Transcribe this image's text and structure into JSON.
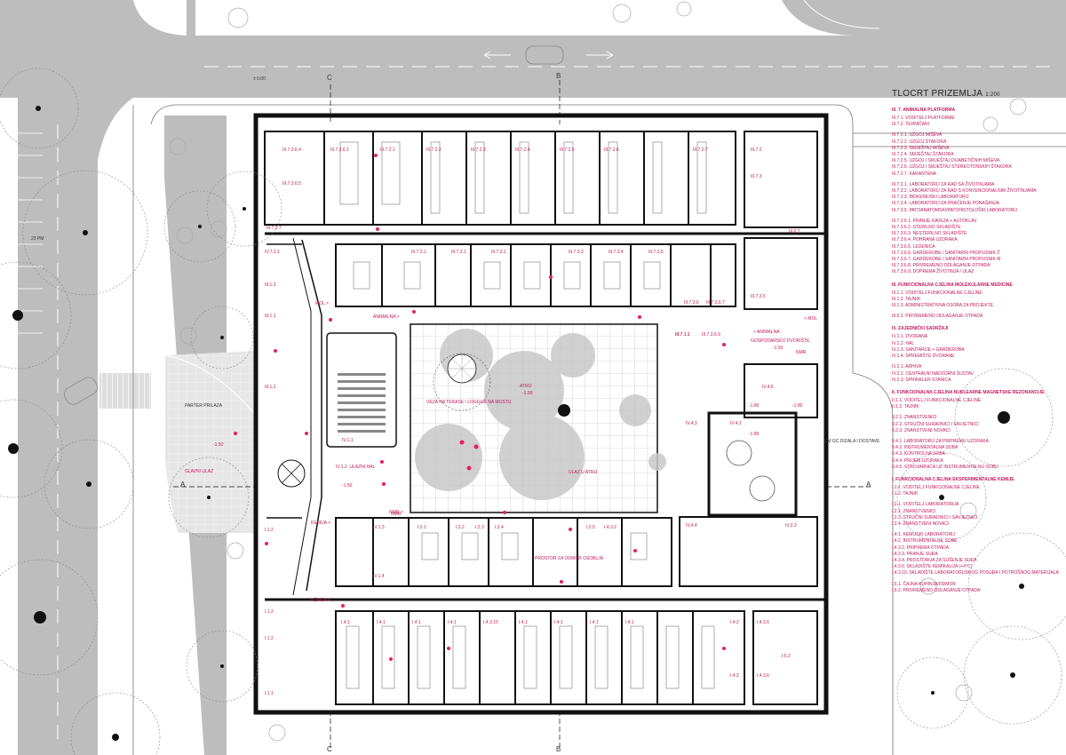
{
  "title": "TLOCRT PRIZEMLJA",
  "scale": "1:200",
  "colors": {
    "accent": "#c2185b",
    "road": "#bdbdbd",
    "walls": "#111111",
    "paving": "#dcdcdc"
  },
  "site_labels": {
    "level": "± 0.00",
    "parking": "23 PM",
    "plaza": "PARTER PRILAZA",
    "plaza_level": "-1.50",
    "main_entry": "GLAVNI ULAZ",
    "atrium": "ATRIJ",
    "atrium_level": "-1.50",
    "terrace": "VEZA NA TERASE I LOGGIJE NA MOSTU",
    "atrium_entry": "ULAZ U ATRIJ",
    "loading": "SM GC DIZALA I DOSTAVE",
    "courtyard": "GOSPODARSKO DVORIŠTE",
    "courtyard_level": "-1.50",
    "nmr_top": "NMR",
    "nmr_bottom": "NMR",
    "lobby": "IV.1.2. ULAZNI HAL",
    "lobby_level": "-1.50",
    "hall": "IV.1.1",
    "rest": "PROSTOR ZA ODMOR OSOBLJA",
    "circ_mol": "MOL >",
    "circ_animalna": "ANIMALNA >",
    "circ_kemija": "KEMIJA >",
    "circ_kemija2": "KEMIJA >",
    "circ_nmr": "NMR >",
    "circ_mol2": "< MOL",
    "circ_animalna2": "< ANIMALNA",
    "lvl_a": "-1.80",
    "lvl_b": "-1.80",
    "lvl_c": "-1.80",
    "section_a_left": "A",
    "section_a_right": "A",
    "section_b_top": "B",
    "section_b_bottom": "B",
    "section_c_top": "C",
    "section_c_bottom": "C"
  },
  "rooms": {
    "top_wing": [
      "III.7.2.1",
      "III.7.2.2",
      "III.7.2.3",
      "III.7.2.4",
      "III.7.2.5",
      "III.7.2.6",
      "III.7.2.7"
    ],
    "top_left": [
      "III.7.3.6.4",
      "III.7.3.6.5",
      "III.7.3.6.1",
      "III.7.2.7"
    ],
    "top_right": [
      "III.7.2",
      "III.7.3",
      "III.6.2",
      "III.7.3.5",
      "III.7.1.1"
    ],
    "mid_row": [
      "III.7.3.1",
      "III.7.3.1",
      "III.7.3.1",
      "III.7.3.3",
      "III.7.3.4",
      "III.7.3.5",
      "III.7.3.6",
      "III.7.3.6.7",
      "III.7.3.6.9"
    ],
    "left_col": [
      "IV.7.2.1",
      "III.1.3",
      "III.1.1",
      "III.1.2"
    ],
    "east": [
      "III.7.1.1",
      "III.1.3",
      "IV.4.5",
      "IV.4.2",
      "IV.4.3",
      "IV.4.4",
      "IV.3.3"
    ],
    "lower_mid": [
      "I.2.1",
      "I.2.2",
      "I.2.3",
      "I.2.4",
      "I.2.5",
      "I.4.3.2",
      "IV.1.3",
      "IV.1.4"
    ],
    "bottom_wing": [
      "I.4.1",
      "I.4.1",
      "I.4.1",
      "I.4.1",
      "I.4.3.10",
      "I.4.1",
      "I.4.1",
      "I.4.1",
      "I.4.1",
      "I.4.2",
      "I.4.3.6",
      "I.5.2",
      "I.4.2",
      "I.4.3.6"
    ],
    "bottom_left": [
      "I.1.2",
      "I.1.2",
      "I.1.2",
      "I.1.1"
    ]
  },
  "legend": [
    {
      "head": "III. 7. ANIMALNA PLATFORMA",
      "items": [
        "III.7.1. VODITELJ PLATFORME",
        "III.7.2. TEHNIČARI",
        "",
        "III.7.2.1. UZGOJ MIŠEVA",
        "III.7.2.2. UZGOJ ŠTAKORA",
        "III.7.2.3. SMJEŠTAJ MIŠEVA",
        "III.7.2.4. SMJEŠTAJ ŠTAKORA",
        "III.7.2.5. UZGOJ I SMJEŠTAJ DIJABETIČNIH MIŠEVA",
        "III.7.2.6. UZGOJ I SMJEŠTAJ STEREOTONSKIH ŠTAKORA",
        "III.7.2.7. KARANTENA",
        "",
        "III.7.3.1. LABORATORIJ ZA RAD SA ŽIVOTINJAMA",
        "III.7.3.2. LABORATORIJ ZA RAD S KONVENCIONALNIM ŽIVOTINJAMA",
        "III.7.3.3. BIOKEMIJSKI LABORATORIJ",
        "III.7.3.4. LABORATORIJ ZA PRAĆENJE PONAŠANJA",
        "III.7.3.5. PATOANATOMSKI/PATOHISTOLOŠKI LABORATORIJ",
        "",
        "III.7.3.6.1. PRANJE KAVEZA + AUTOKLAV",
        "III.7.3.6.2. STERILNO SKLADIŠTE",
        "III.7.3.6.3. NESTERILNO SKLADIŠTE",
        "III.7.3.6.4. POHRANA UZORAKA",
        "III.7.3.6.5. LEDENICA",
        "III.7.3.6.6. GARDEROBE / SANITARNI PROPUSNIK Ž",
        "III.7.3.6.7. GARDEROBE / SANITARNI PROPUSNIK M",
        "III.7.3.6.8. PRIVREMENO ODLAGANJE OTPADA",
        "III.7.3.6.9. DOPREMA ŽIVOTINJA / ULAZ"
      ]
    },
    {
      "head": "III. FUNKCIONALNA CJELINA MOLEKULARNE MEDICINE",
      "items": [
        "III.1.1. VODITELJ FUNKCIONALNE CJELINE",
        "III.1.2. TAJNIK",
        "III.1.3. ADMINISTRATIVNA OSOBA ZA PROJEKTE",
        "",
        "III.6.2. PRIVREMENO ODLAGANJE OTPADA"
      ]
    },
    {
      "head": "IV. ZAJEDNIČKI SADRŽAJI",
      "items": [
        "IV.1.1. DVORANA",
        "IV.1.2. HAL",
        "IV.1.3. SANITARIJE + GARDEROBA",
        "IV.1.4. SPREMIŠTE DVORANE",
        "",
        "IV.2.1. ARHIVA",
        "IV.2.2. CENTRALNI NADZORNI SUSTAV",
        "IV.2.3. SPRINKLER STANICA"
      ]
    },
    {
      "head": "II. FUNKCIONALNA CJELINA NUKLEARNE MAGNETSKE REZONANCIJE",
      "items": [
        "II.1.1. VODITELJ FUNKCIONALNE CJELINE",
        "II.1.2. TAJNIK",
        "",
        "II.2.1. ZNANSTVENICI",
        "II.2.2. STRUČNI SURADNICI I SAVJETNICI",
        "II.2.3. ZNANSTVENI NOVACI",
        "",
        "II.4.1. LABORATORIJ ZA PRIPREMU UZORAKA",
        "II.4.2. INSTRUMENTALNA SOBA",
        "II.4.3. KONTROLNA SOBA",
        "II.4.4. PRIJEM UZORAKA",
        "II.4.5. STROJARNICA UZ INSTRUMENTALNU SOBU"
      ]
    },
    {
      "head": "I. FUNKCIONALNA CJELINA EKSPERIMENTALNE KEMIJE",
      "items": [
        "I.1.1. VODITELJ FUNKCIONALNE CJELINE",
        "I.1.2. TAJNIK",
        "",
        "I.2.1. VODITELJ LABORATORIJA",
        "I.2.2. ZNANSTVENICI",
        "I.2.3. STRUČNI SURADNICI I SAVJETNICI",
        "I.2.4. ZNANSTVENI NOVACI",
        "",
        "I.4.1. KEMIJSKI LABORATORIJ",
        "I.4.2. INSTRUMENTALNE SOBE",
        "I.4.3.2. PRIPREMA OTPADA",
        "I.4.3.3. PRANJE SUĐA",
        "I.4.3.4. PROSTORIJA ZA SUŠENJE SUĐA",
        "I.4.3.6. SKLADIŠTE KEMIKALIJA (+4°C)",
        "I.4.3.10. SKLADIŠTE LABORATORIJSKOG POSUĐA I POTROŠNOG MATERIJALA",
        "",
        "I.5.1. ČAJNA KUHINJA/ODMOR",
        "I.5.2. PRIVREMENO ODLAGANJE OTPADA"
      ]
    }
  ]
}
